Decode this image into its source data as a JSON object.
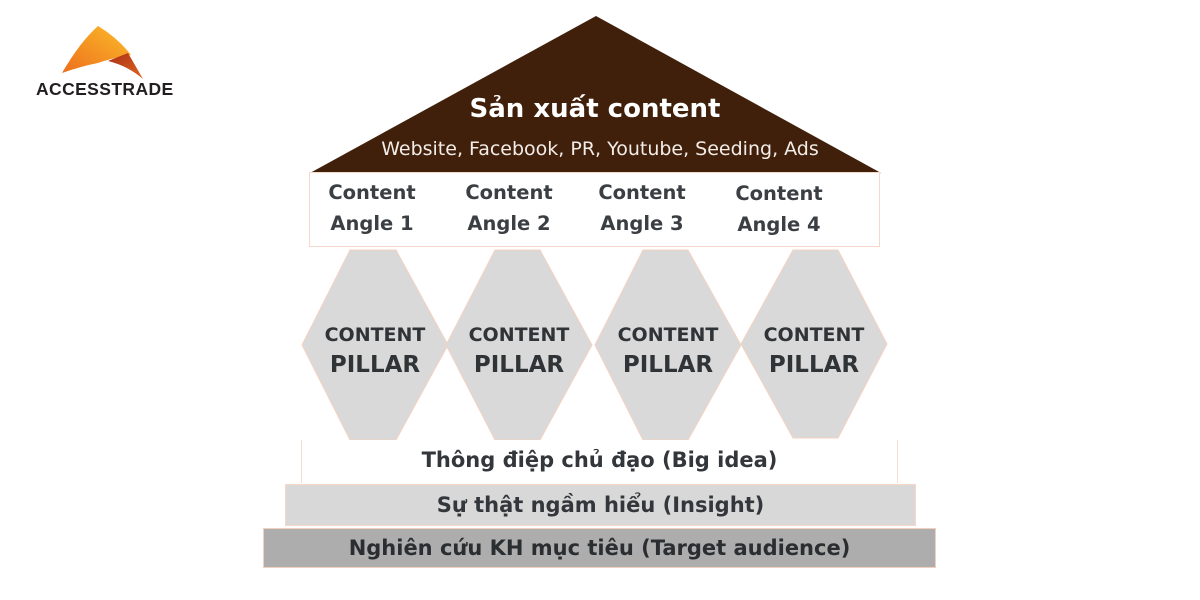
{
  "brand": {
    "name": "ACCESSTRADE",
    "colors": {
      "swoosh_start": "#f07b1f",
      "swoosh_end": "#fbb928",
      "accent_triangle": "#b8361a",
      "text": "#231f20"
    }
  },
  "roof": {
    "title": "Sản xuất content",
    "subtitle": "Website, Facebook, PR, Youtube, Seeding, Ads",
    "color": "#40200a"
  },
  "angles": [
    {
      "line1": "Content",
      "line2": "Angle 1"
    },
    {
      "line1": "Content",
      "line2": "Angle 2"
    },
    {
      "line1": "Content",
      "line2": "Angle 3"
    },
    {
      "line1": "Content",
      "line2": "Angle 4"
    }
  ],
  "pillars": [
    {
      "line1": "CONTENT",
      "line2": "PILLAR"
    },
    {
      "line1": "CONTENT",
      "line2": "PILLAR"
    },
    {
      "line1": "CONTENT",
      "line2": "PILLAR"
    },
    {
      "line1": "CONTENT",
      "line2": "PILLAR"
    }
  ],
  "pillar_color": "#d9d9d9",
  "foundation": {
    "big_idea": "Thông điệp chủ đạo (Big idea)",
    "insight": "Sự thật ngầm hiểu (Insight)",
    "target_audience": "Nghiên cứu KH mục tiêu (Target audience)"
  }
}
